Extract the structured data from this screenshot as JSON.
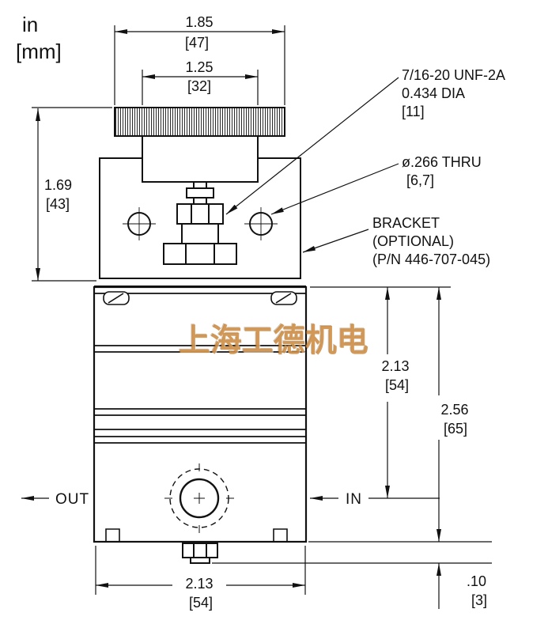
{
  "units": {
    "inch": "in",
    "mm": "[mm]"
  },
  "dims": {
    "knob_width": {
      "in": "1.85",
      "mm": "[47]"
    },
    "cap_width": {
      "in": "1.25",
      "mm": "[32]"
    },
    "upper_height": {
      "in": "1.69",
      "mm": "[43]"
    },
    "port_depth": {
      "in": "2.13",
      "mm": "[54]"
    },
    "body_height": {
      "in": "2.56",
      "mm": "[65]"
    },
    "body_width": {
      "in": "2.13",
      "mm": "[54]"
    },
    "stub_height": {
      "in": ".10",
      "mm": "[3]"
    }
  },
  "callouts": {
    "thread": {
      "line1": "7/16-20 UNF-2A",
      "line2": "0.434 DIA",
      "line3": "[11]"
    },
    "hole": {
      "line1": "ø.266  THRU",
      "line2": "[6,7]"
    },
    "bracket": {
      "line1": "BRACKET",
      "line2": "(OPTIONAL)",
      "line3": "(P/N 446-707-045)"
    }
  },
  "flow": {
    "out": "OUT",
    "in": "IN"
  },
  "watermark": {
    "text": "上海工德机电",
    "color": "#cb8438"
  },
  "line_color": "#111111"
}
